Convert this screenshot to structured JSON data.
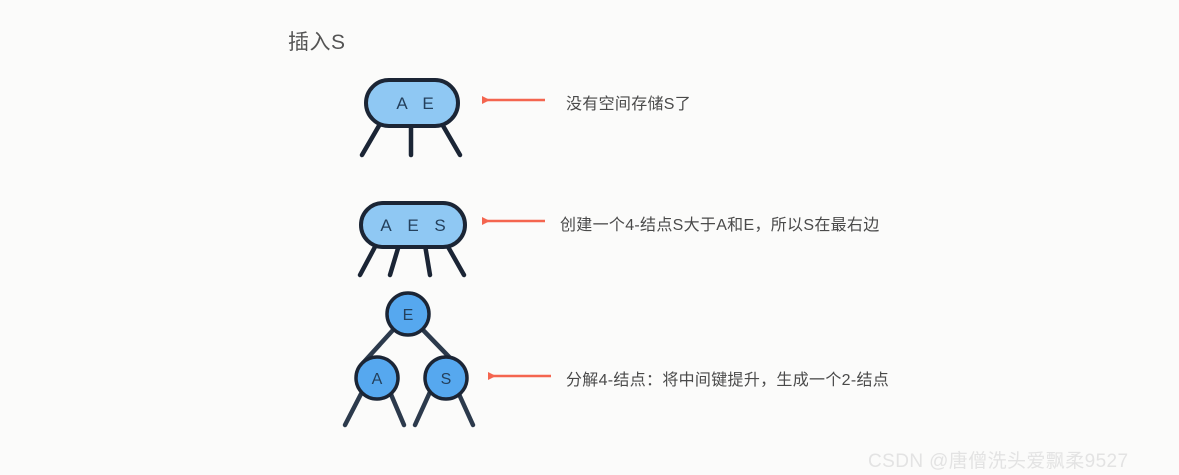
{
  "page": {
    "title": "插入S",
    "background_color": "#fbfbfa",
    "watermark": "CSDN @唐僧洗头爱飘柔9527"
  },
  "colors": {
    "node_fill_rect": "#8fc8f3",
    "node_fill_circle": "#56a8ef",
    "node_stroke": "#1b2535",
    "arrow": "#f4654f",
    "text": "#4a4a4a",
    "title_text": "#545454",
    "node_label": "#24405c",
    "watermark": "#e3e3e3"
  },
  "steps": [
    {
      "id": "step-1",
      "node_type": "3-node",
      "shape": "rounded-rect",
      "keys": [
        "A",
        "E"
      ],
      "child_links": 3,
      "annotation": "没有空间存储S了"
    },
    {
      "id": "step-2",
      "node_type": "4-node",
      "shape": "rounded-rect",
      "keys": [
        "A",
        "E",
        "S"
      ],
      "child_links": 4,
      "annotation": "创建一个4-结点S大于A和E，所以S在最右边"
    },
    {
      "id": "step-3",
      "node_type": "2-node-tree",
      "shape": "circles",
      "root": "E",
      "children": [
        "A",
        "S"
      ],
      "child_links_per_leaf": 2,
      "annotation": "分解4-结点：将中间键提升，生成一个2-结点"
    }
  ]
}
